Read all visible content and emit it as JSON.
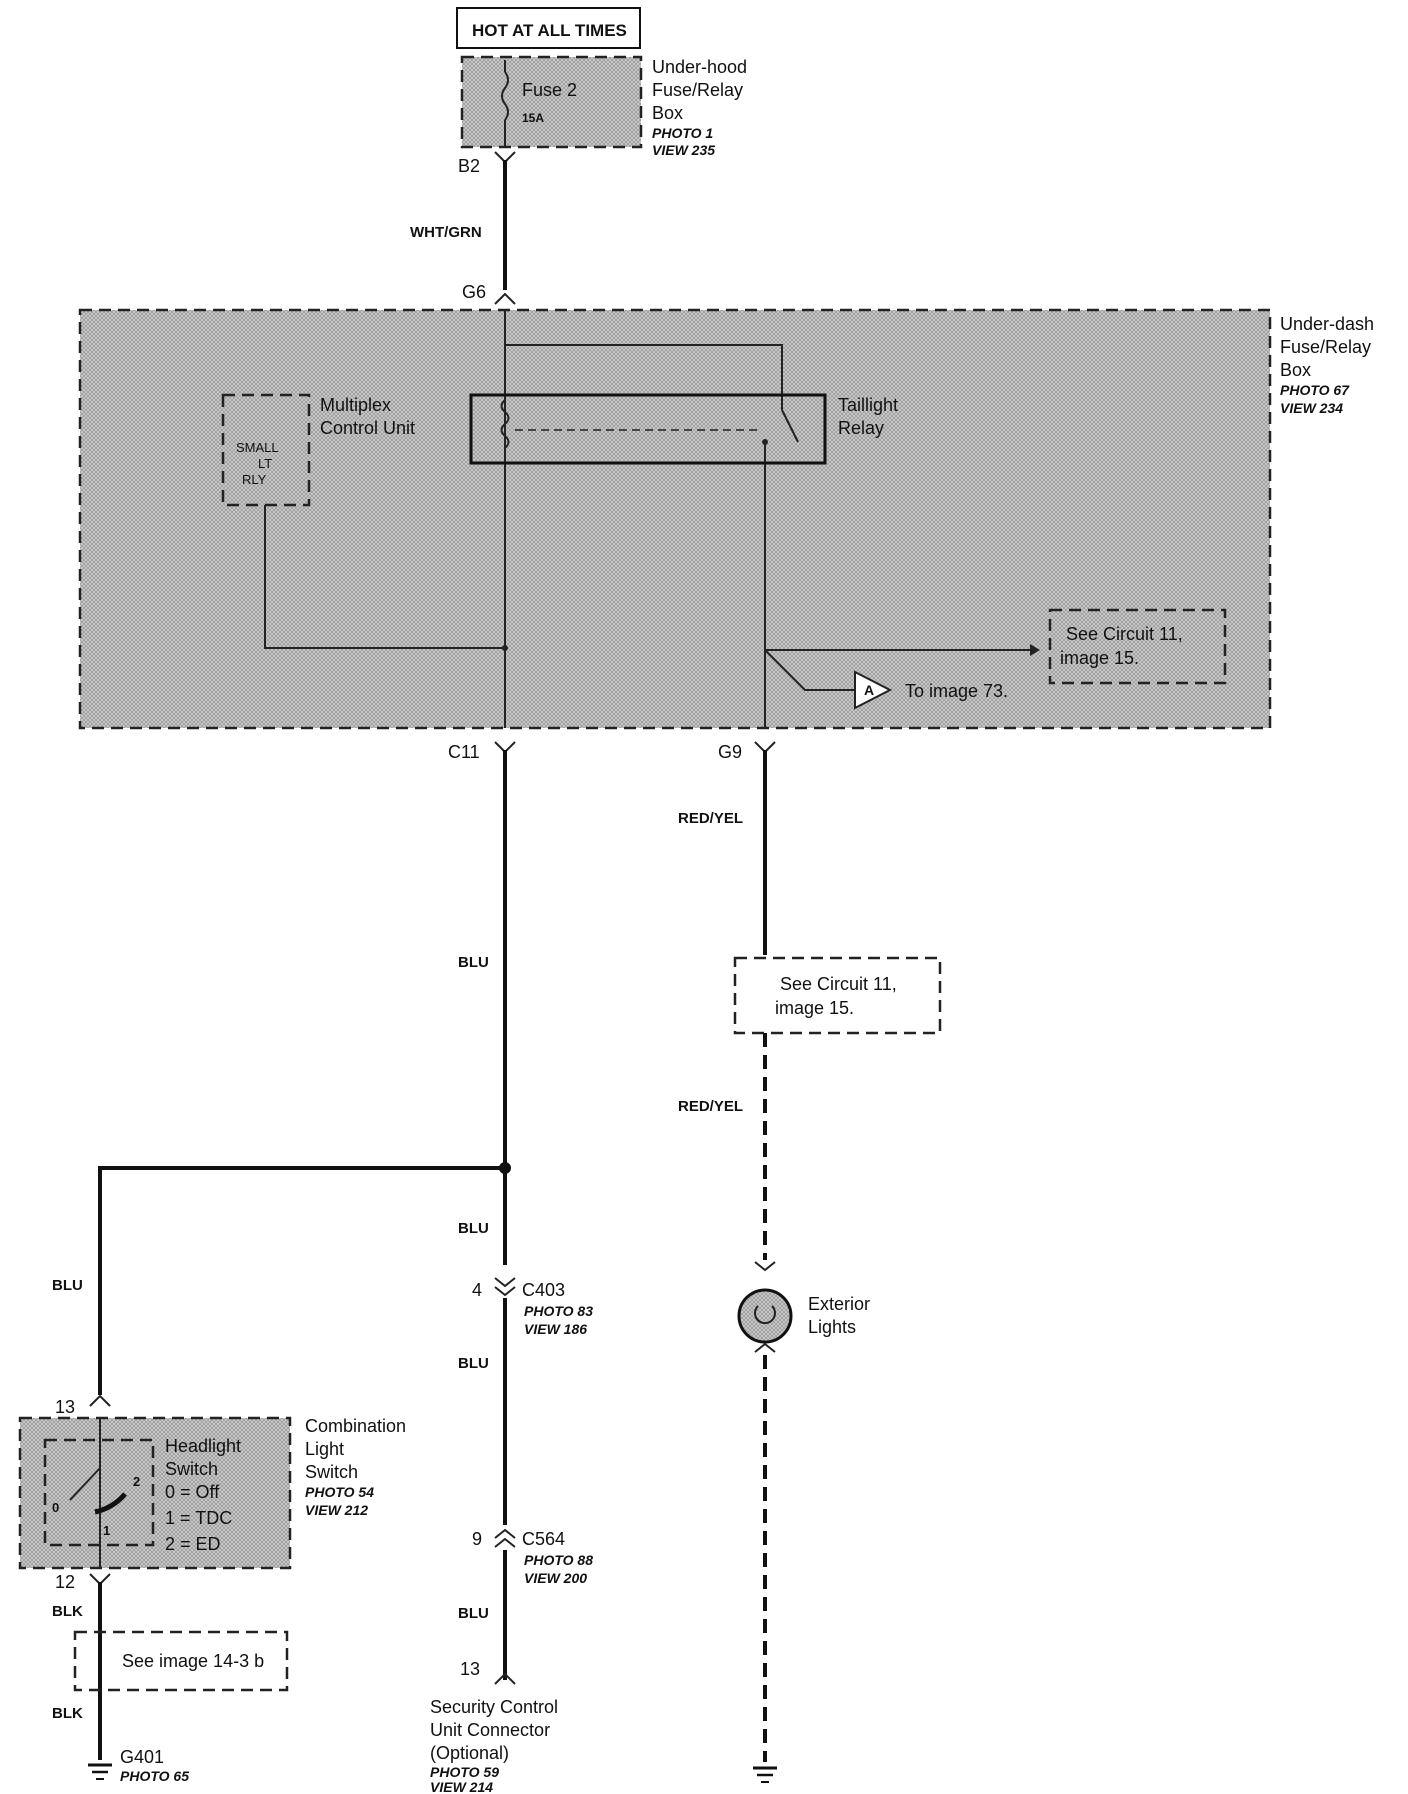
{
  "top_label": "HOT AT ALL TIMES",
  "underhood_box": {
    "name_lines": [
      "Under-hood",
      "Fuse/Relay",
      "Box"
    ],
    "photo": "PHOTO 1",
    "view": "VIEW 235",
    "fuse_label": "Fuse 2",
    "fuse_rating": "15A"
  },
  "underdash_box": {
    "name_lines": [
      "Under-dash",
      "Fuse/Relay",
      "Box"
    ],
    "photo": "PHOTO 67",
    "view": "VIEW 234"
  },
  "mcu": {
    "name_lines": [
      "Multiplex",
      "Control Unit"
    ],
    "pin_lines": [
      "SMALL",
      "LT",
      "RLY"
    ]
  },
  "taillight_relay": {
    "name_lines": [
      "Taillight",
      "Relay"
    ]
  },
  "see_circuit_inner": {
    "line1": "See Circuit 11,",
    "line2": "image 15."
  },
  "to_image": {
    "symbol": "A",
    "text": "To image 73."
  },
  "terminals": {
    "b2": "B2",
    "g6": "G6",
    "c11": "C11",
    "g9": "G9",
    "pin13_top": "13",
    "pin12": "12",
    "pin4": "4",
    "pin9": "9",
    "pin13_bottom": "13"
  },
  "wires": {
    "wht_grn": "WHT/GRN",
    "red_yel_1": "RED/YEL",
    "red_yel_2": "RED/YEL",
    "blu_1": "BLU",
    "blu_2": "BLU",
    "blu_3": "BLU",
    "blu_4": "BLU",
    "blu_left": "BLU",
    "blk_1": "BLK",
    "blk_2": "BLK"
  },
  "see_circuit_middle": {
    "line1": "See Circuit 11,",
    "line2": "image 15."
  },
  "exterior_lights": {
    "name_lines": [
      "Exterior",
      "Lights"
    ]
  },
  "c403": {
    "name": "C403",
    "photo": "PHOTO 83",
    "view": "VIEW 186"
  },
  "c564": {
    "name": "C564",
    "photo": "PHOTO 88",
    "view": "VIEW 200"
  },
  "combination_switch": {
    "name_lines": [
      "Combination",
      "Light",
      "Switch"
    ],
    "photo": "PHOTO 54",
    "view": "VIEW 212",
    "switch_lines": [
      "Headlight",
      "Switch",
      "0 = Off",
      "1 = TDC",
      "2 = ED"
    ],
    "pos0": "0",
    "pos1": "1",
    "pos2": "2"
  },
  "see_image_14": "See image 14-3 b",
  "g401": {
    "name": "G401",
    "photo": "PHOTO 65"
  },
  "security_unit": {
    "name_lines": [
      "Security Control",
      "Unit Connector",
      "(Optional)"
    ],
    "photo": "PHOTO 59",
    "view": "VIEW 214"
  }
}
